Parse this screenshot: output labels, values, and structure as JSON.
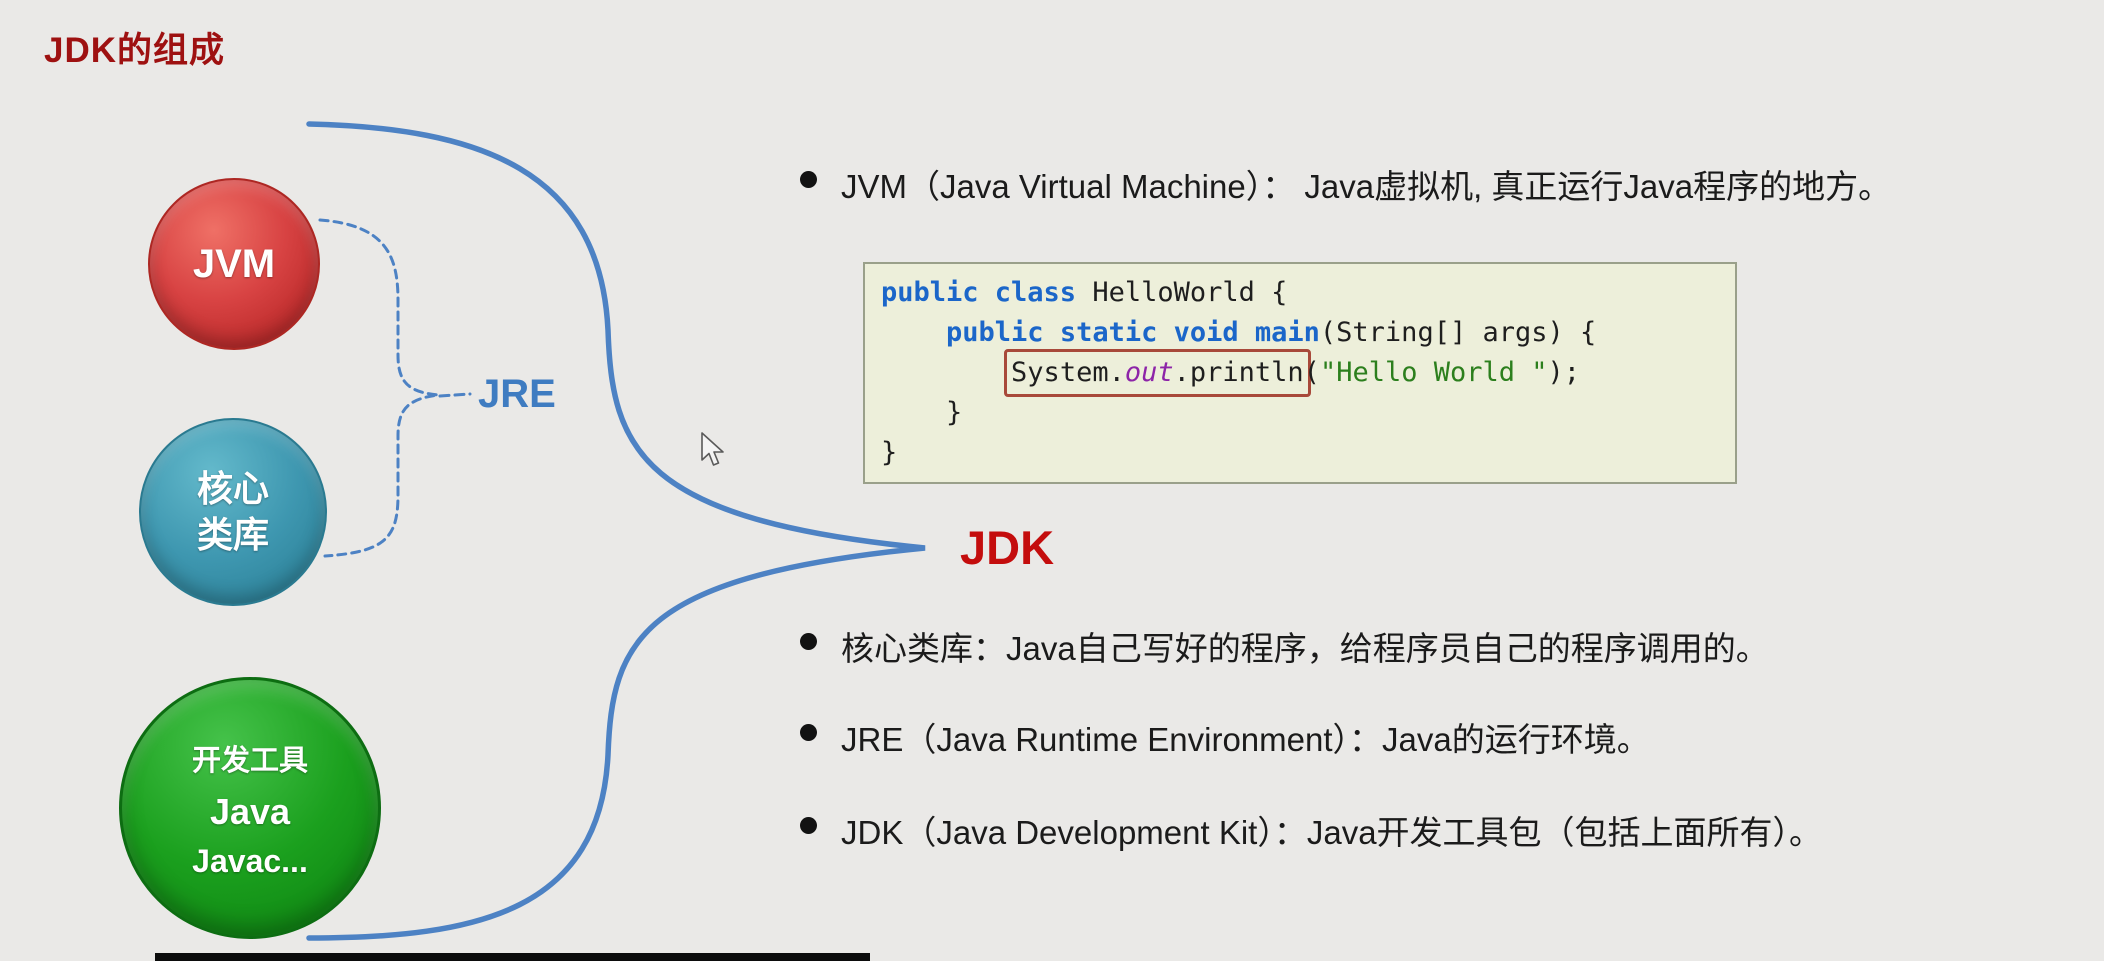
{
  "page": {
    "title": "JDK的组成"
  },
  "diagram": {
    "circles": {
      "jvm": {
        "label": "JVM"
      },
      "core": {
        "line1": "核心",
        "line2": "类库"
      },
      "tools": {
        "line1": "开发工具",
        "line2": "Java",
        "line3": "Javac..."
      }
    },
    "jre_label": "JRE",
    "jdk_label": "JDK",
    "brace_color": "#4d82c4",
    "jre_color": "#3f7cc1",
    "jdk_color": "#c40d0d"
  },
  "bullets": [
    "JVM（Java Virtual Machine）： Java虚拟机, 真正运行Java程序的地方。",
    "核心类库：Java自己写好的程序，给程序员自己的程序调用的。",
    "JRE（Java Runtime Environment）：Java的运行环境。",
    "JDK（Java Development Kit）：Java开发工具包（包括上面所有）。"
  ],
  "code": {
    "background": "#edefda",
    "highlight_border": "#a8493a",
    "lines": [
      [
        {
          "t": "public class ",
          "c": "kw"
        },
        {
          "t": "HelloWorld {",
          "c": "pl"
        }
      ],
      [
        {
          "t": "    ",
          "c": "pl"
        },
        {
          "t": "public static void main",
          "c": "kw"
        },
        {
          "t": "(String[] args) {",
          "c": "pl"
        }
      ],
      [
        {
          "t": "        ",
          "c": "pl"
        },
        {
          "box": [
            {
              "t": "System.",
              "c": "pl"
            },
            {
              "t": "out",
              "c": "fld"
            },
            {
              "t": ".println",
              "c": "pl"
            }
          ]
        },
        {
          "t": "(",
          "c": "pl"
        },
        {
          "t": "\"Hello World \"",
          "c": "str"
        },
        {
          "t": ");",
          "c": "pl"
        }
      ],
      [
        {
          "t": "    }",
          "c": "pl"
        }
      ],
      [
        {
          "t": "}",
          "c": "pl"
        }
      ]
    ]
  }
}
